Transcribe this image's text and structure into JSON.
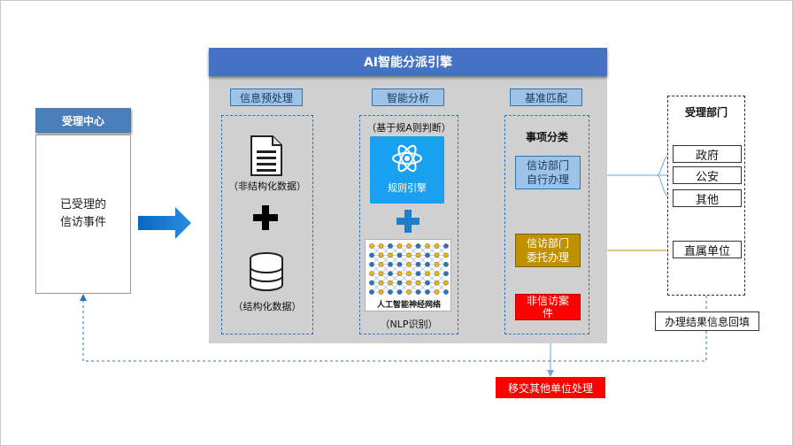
{
  "center": {
    "title": "受理中心",
    "body_line1": "已受理的",
    "body_line2": "信访事件"
  },
  "engine": {
    "title": "AI智能分派引擎"
  },
  "sections": {
    "preprocess": "信息预处理",
    "analysis": "智能分析",
    "matching": "基准匹配"
  },
  "preprocess": {
    "unstructured": "（非结构化数据）",
    "structured": "（结构化数据）"
  },
  "analysis": {
    "rule_judge": "（基于规A则判断）",
    "rule_engine_label": "规则引擎",
    "nn_label": "人工智能神经网络",
    "nlp": "（NLP识别）"
  },
  "classification": {
    "title": "事项分类",
    "self_handle": [
      "信访部门",
      "自行办理"
    ],
    "entrust_handle": [
      "信访部门",
      "委托办理"
    ],
    "non_petition": [
      "非信访案",
      "件"
    ]
  },
  "transfer": "移交其他单位处理",
  "receiving": {
    "title": "受理部门",
    "depts": [
      "政府",
      "公安",
      "其他"
    ],
    "direct_unit": "直属单位",
    "feedback": "办理结果信息回填"
  },
  "colors": {
    "header_blue": "#4472c4",
    "label_blue": "#9dc3e6",
    "arrow_blue": "#1f7ecb",
    "arrow_green": "#8dc63f",
    "gold": "#bf9000",
    "red": "#ff0000",
    "engine_gray": "#d0d0d0"
  }
}
